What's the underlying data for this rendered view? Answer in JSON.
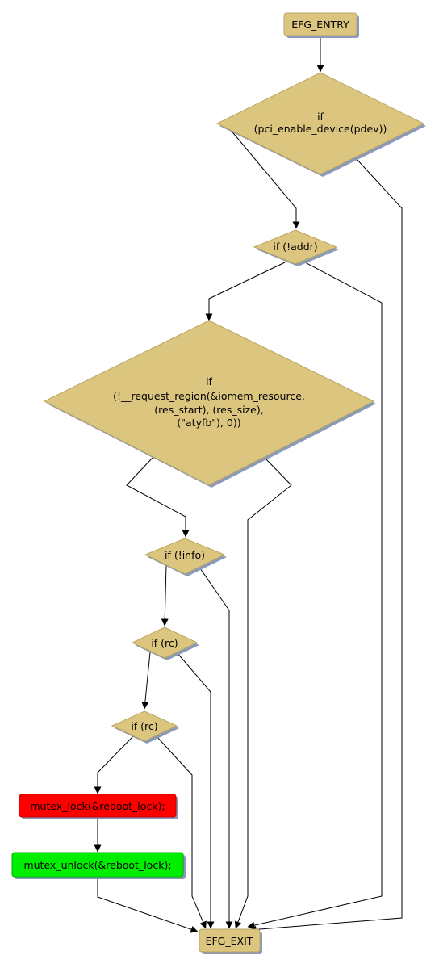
{
  "diagram": {
    "background": "#ffffff",
    "node_fill": "#dcc67f",
    "node_stroke": "#b9a660",
    "shadow_color": "#8a9ab8",
    "nodes": {
      "entry": {
        "label": "EFG_ENTRY",
        "shape": "box"
      },
      "cond_pci": {
        "lines": [
          "if",
          "(pci_enable_device(pdev))"
        ],
        "shape": "diamond"
      },
      "cond_addr": {
        "lines": [
          "if (!addr)"
        ],
        "shape": "diamond"
      },
      "cond_region": {
        "lines": [
          "if",
          "(!__request_region(&iomem_resource,",
          "(res_start), (res_size),",
          "(\"atyfb\"), 0))"
        ],
        "shape": "diamond"
      },
      "cond_info": {
        "lines": [
          "if (!info)"
        ],
        "shape": "diamond"
      },
      "cond_rc1": {
        "lines": [
          "if (rc)"
        ],
        "shape": "diamond"
      },
      "cond_rc2": {
        "lines": [
          "if (rc)"
        ],
        "shape": "diamond"
      },
      "lock": {
        "label": "mutex_lock(&reboot_lock);",
        "shape": "box",
        "color": "#ff0000"
      },
      "unlock": {
        "label": "mutex_unlock(&reboot_lock);",
        "shape": "box",
        "color": "#00ee00"
      },
      "exit": {
        "label": "EFG_EXIT",
        "shape": "box"
      }
    }
  }
}
